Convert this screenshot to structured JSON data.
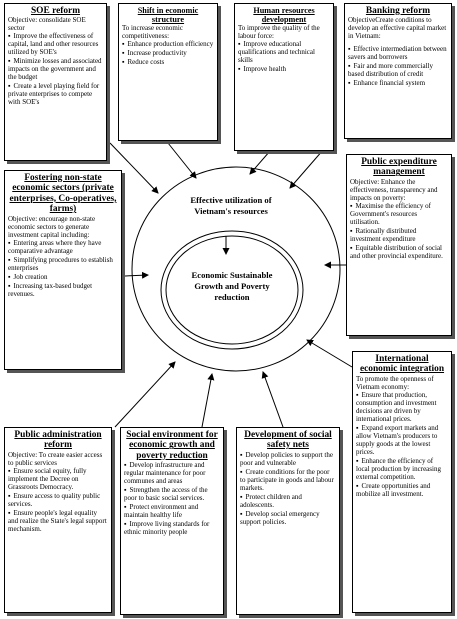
{
  "center": {
    "outer_label": "Effective utilization of Vietnam's resources",
    "inner_label": "Economic Sustainable Growth and Poverty reduction"
  },
  "boxes": {
    "soe": {
      "title": "SOE reform",
      "objective": "Objective: consolidate SOE sector",
      "bullets": [
        "Improve the effectiveness of capital, land and other resources utilized by SOE's",
        "Minimize losses and associated impacts on the government and the budget",
        "Create a level playing field for private enterprises to compete with SOE's"
      ]
    },
    "shift": {
      "title": "Shift in economic structure",
      "objective": "To increase economic competitiveness:",
      "bullets": [
        "Enhance production efficiency",
        "Increase productivity",
        "Reduce costs"
      ]
    },
    "hr": {
      "title": "Human resources development",
      "objective": "To improve the quality of the labour force:",
      "bullets": [
        "Improve educational qualifications and technical skills",
        "Improve health"
      ]
    },
    "banking": {
      "title": "Banking reform",
      "objective": "ObjectiveCreate conditions to develop an effective capital market in Vietnam:",
      "bullets": [
        "Effective intermediation between savers and borrowers",
        "Fair and more commercially based distribution of credit",
        "Enhance financial system"
      ]
    },
    "nonstate": {
      "title": "Fostering non-state economic sectors (private enterprises, Co-operatives, farms)",
      "objective": "Objective: encourage non-state economic sectors to generate investment capital including:",
      "bullets": [
        "Entering areas where they have comparative advantage",
        "Simplifying procedures to establish enterprises",
        "Job creation",
        "Increasing tax-based budget revenues."
      ]
    },
    "pubexp": {
      "title": "Public expenditure management",
      "objective": "Objective: Enhance the effectiveness, transparency and impacts on poverty:",
      "bullets": [
        "Maximise the efficiency of Government's resources utilisation.",
        "Rationally distributed investment expenditure",
        "Equitable distribution of social and other provincial expenditure."
      ]
    },
    "intl": {
      "title": "International economic integration",
      "objective": "To promote the openness of Vietnam economy:",
      "bullets": [
        "Ensure that production, consumption and investment decisions are driven by international prices.",
        "Expand export markets and allow Vietnam's producers to supply goods at the lowest prices.",
        "Enhance the efficiency of local production by increasing external competition.",
        "Create opportunities and mobilize all investment."
      ]
    },
    "pubadmin": {
      "title": "Public administration reform",
      "objective": "Objective: To create easier access to public services",
      "bullets": [
        "Ensure social equity, fully implement the Decree on Grassroots Democracy.",
        "Ensure access to quality public services.",
        "Ensure people's legal equality and realize the State's legal support mechanism."
      ]
    },
    "social": {
      "title": "Social environment for economic growth and poverty reduction",
      "objective": "",
      "bullets": [
        "Develop infrastructure and regular maintenance for poor communes and areas",
        "Strengthen the access of the poor to basic social services.",
        "Protect environment and maintain healthy life",
        "Improve living standards for ethnic minority people"
      ]
    },
    "safety": {
      "title": "Development of social safety nets",
      "objective": "",
      "bullets": [
        "Develop policies to support the poor and vulnerable",
        "Create conditions for the poor to participate in goods and labour markets.",
        "Protect children and adolescents.",
        "Develop social emergency support policies."
      ]
    }
  }
}
